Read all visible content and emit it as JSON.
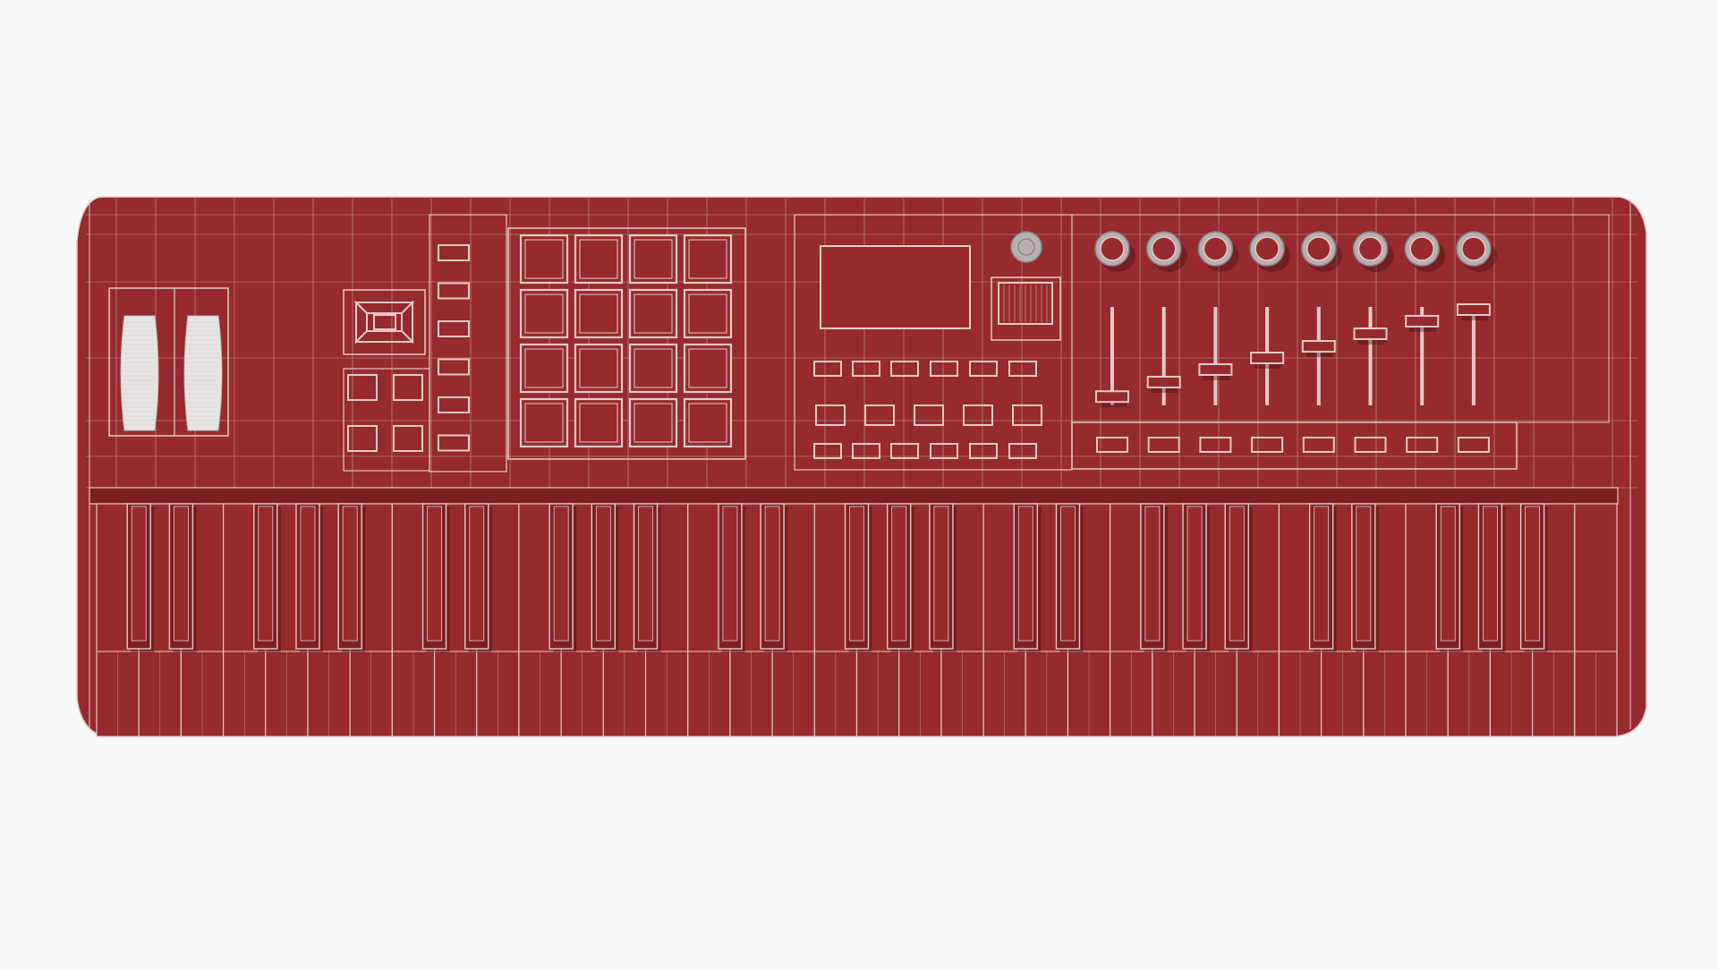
{
  "colors": {
    "background": "#f8f8f8",
    "body": "#962a2e",
    "body_dark": "#7d2024",
    "wire": "#e6c9c9",
    "knob": "#b8b0b0",
    "wheel": "#e8e4e4"
  },
  "keyboard": {
    "white_key_count": 36,
    "octave_pattern_black": [
      1,
      1,
      0,
      1,
      1,
      1,
      0
    ]
  },
  "controls": {
    "pitch_mod_wheels": 2,
    "pads_rows": 4,
    "pads_cols": 4,
    "side_buttons": 6,
    "knob_count": 8,
    "fader_levels": [
      0.1,
      0.25,
      0.38,
      0.5,
      0.62,
      0.75,
      0.88,
      1.0
    ],
    "fader_buttons": 8
  }
}
